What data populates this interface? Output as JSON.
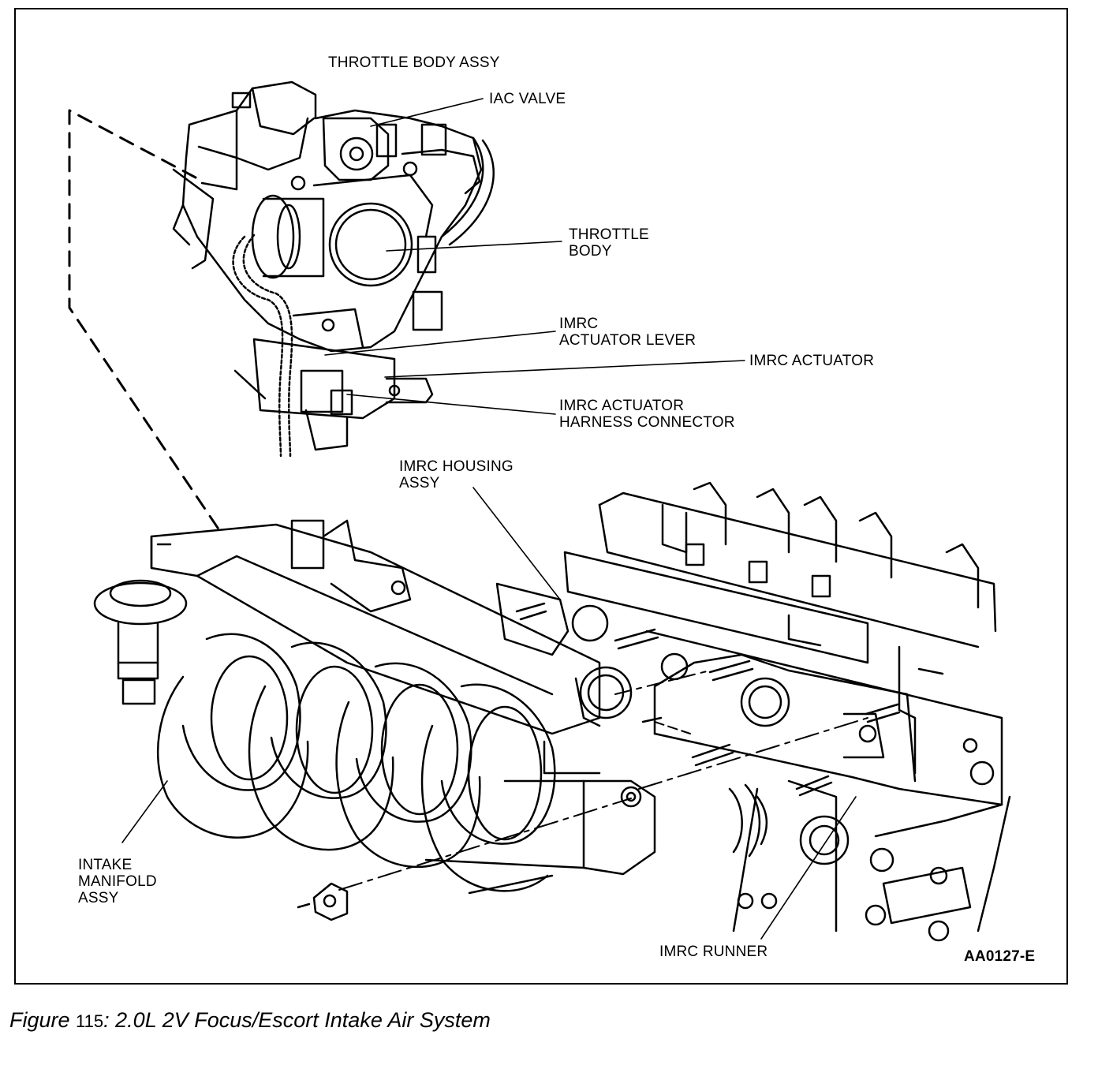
{
  "labels": {
    "throttle_body_assy": "THROTTLE BODY ASSY",
    "iac_valve": "IAC VALVE",
    "throttle_body": "THROTTLE\nBODY",
    "imrc_actuator_lever": "IMRC\nACTUATOR LEVER",
    "imrc_actuator": "IMRC ACTUATOR",
    "imrc_actuator_harness_connector": "IMRC ACTUATOR\nHARNESS CONNECTOR",
    "imrc_housing_assy": "IMRC HOUSING\nASSY",
    "intake_manifold_assy": "INTAKE\nMANIFOLD\nASSY",
    "imrc_runner": "IMRC RUNNER",
    "figure_code": "AA0127-E"
  },
  "caption": {
    "prefix": "Figure",
    "number": "115",
    "separator": ":",
    "title": "2.0L 2V Focus/Escort Intake Air System"
  }
}
